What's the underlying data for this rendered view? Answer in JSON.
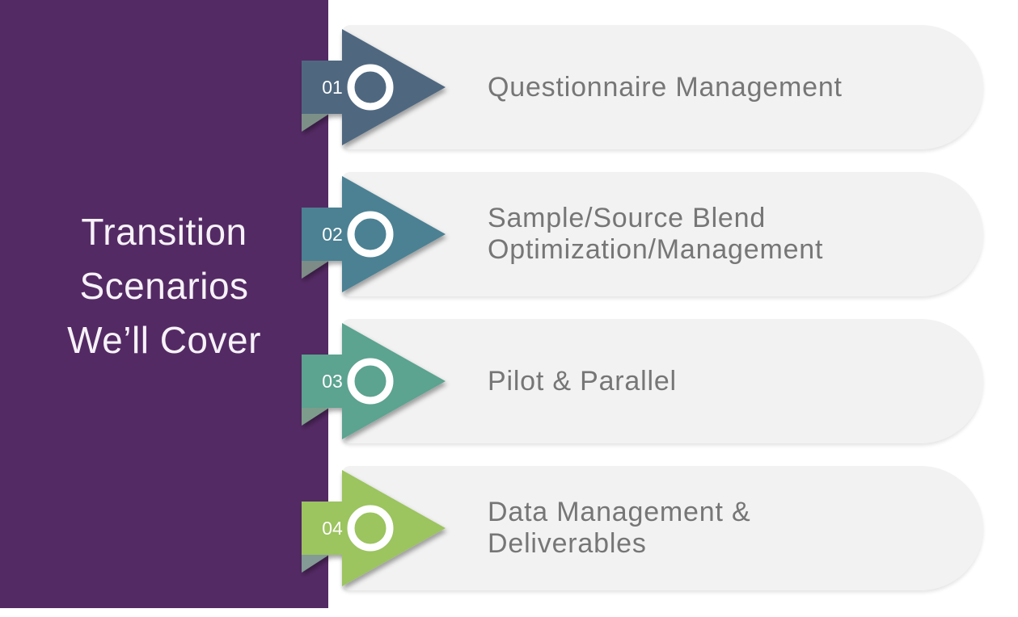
{
  "slide": {
    "sidebar": {
      "title_lines": [
        "Transition",
        "Scenarios",
        "We’ll Cover"
      ]
    },
    "items": [
      {
        "number": "01",
        "label_lines": [
          "Questionnaire Management",
          ""
        ],
        "color": "#506880",
        "fold_color": "#7d9088"
      },
      {
        "number": "02",
        "label_lines": [
          "Sample/Source Blend",
          "Optimization/Management"
        ],
        "color": "#4b8193",
        "fold_color": "#7d8c86"
      },
      {
        "number": "03",
        "label_lines": [
          "Pilot & Parallel",
          ""
        ],
        "color": "#5ca390",
        "fold_color": "#7d9c8b"
      },
      {
        "number": "04",
        "label_lines": [
          "Data Management &",
          "Deliverables"
        ],
        "color": "#9cc45e",
        "fold_color": "#839a95"
      }
    ],
    "colors": {
      "purple": "#542a64",
      "title_text": "#f6f2f8",
      "pill": "#f2f2f2",
      "label_text": "#767676",
      "number_text": "#ffffff",
      "ring": "#ffffff"
    }
  }
}
